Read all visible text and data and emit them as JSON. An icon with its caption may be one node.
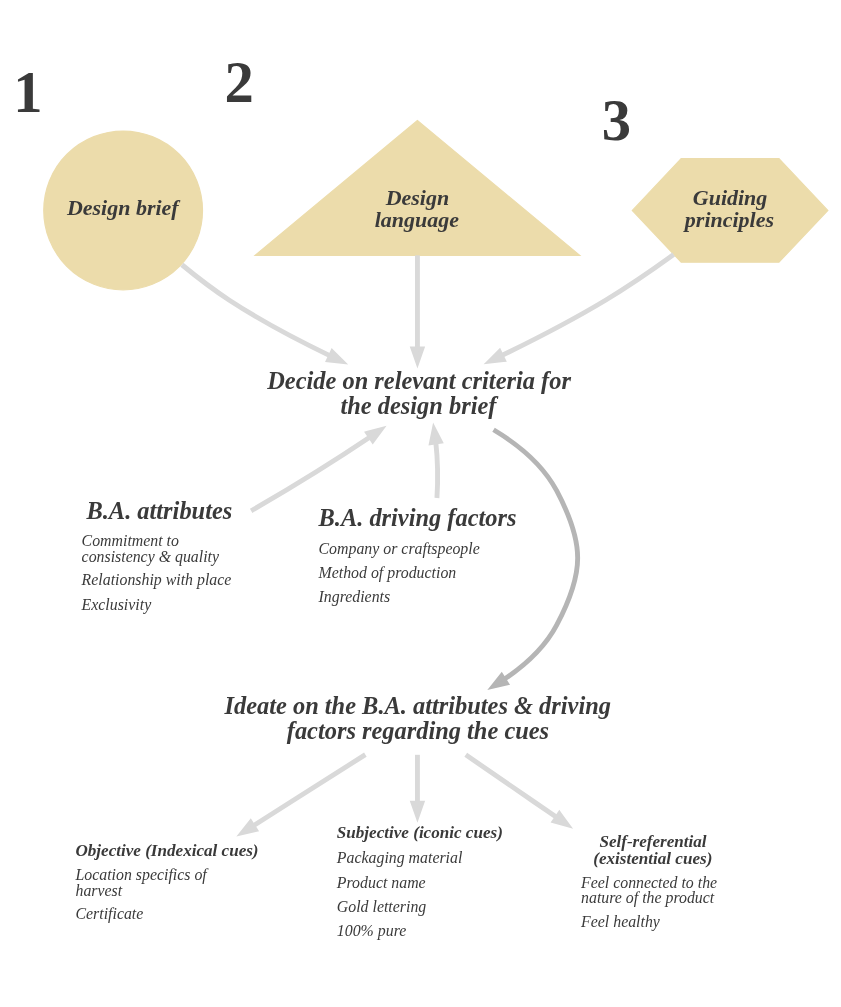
{
  "diagram": {
    "nodes": [
      {
        "text": [
          "Design brief"
        ],
        "beside": [
          "1"
        ]
      },
      {
        "text": [
          "Design language"
        ],
        "beside": [
          "2"
        ]
      },
      {
        "text": [
          "Guiding principles"
        ],
        "beside": [
          "3"
        ]
      },
      {
        "text": [
          "Decide on relevant criteria for the design brief"
        ]
      },
      {
        "text": [
          "B.A. attributes",
          "Commitment to consistency & quality",
          "Relationship with place",
          "Exclusivity"
        ]
      },
      {
        "text": [
          "B.A. driving factors",
          "Company or craftspeople",
          "Method of production",
          "Ingredients"
        ]
      },
      {
        "text": [
          "Ideate on the B.A. attributes & driving factors regarding the cues"
        ]
      },
      {
        "text": [
          "Objective (Indexical cues)",
          "Location specifics of harvest",
          "Certificate"
        ]
      },
      {
        "text": [
          "Subjective (iconic cues)",
          "Packaging material",
          "Product name",
          "Gold lettering",
          "100% pure"
        ]
      },
      {
        "text": [
          "Self-referential (existential cues)",
          "Feel connected to the nature of the product",
          "Feel healthy"
        ]
      }
    ],
    "edges": [
      {
        "from": 0,
        "to": 3,
        "arrow": "to"
      },
      {
        "from": 1,
        "to": 3,
        "arrow": "to"
      },
      {
        "from": 2,
        "to": 3,
        "arrow": "to"
      },
      {
        "from": 4,
        "to": 3,
        "arrow": "to"
      },
      {
        "from": 5,
        "to": 3,
        "arrow": "to"
      },
      {
        "from": 3,
        "to": 6,
        "arrow": "to",
        "color": "#b5b5b5"
      },
      {
        "from": 6,
        "to": 7,
        "arrow": "to"
      },
      {
        "from": 6,
        "to": 8,
        "arrow": "to"
      },
      {
        "from": 6,
        "to": 9,
        "arrow": "to"
      }
    ]
  }
}
